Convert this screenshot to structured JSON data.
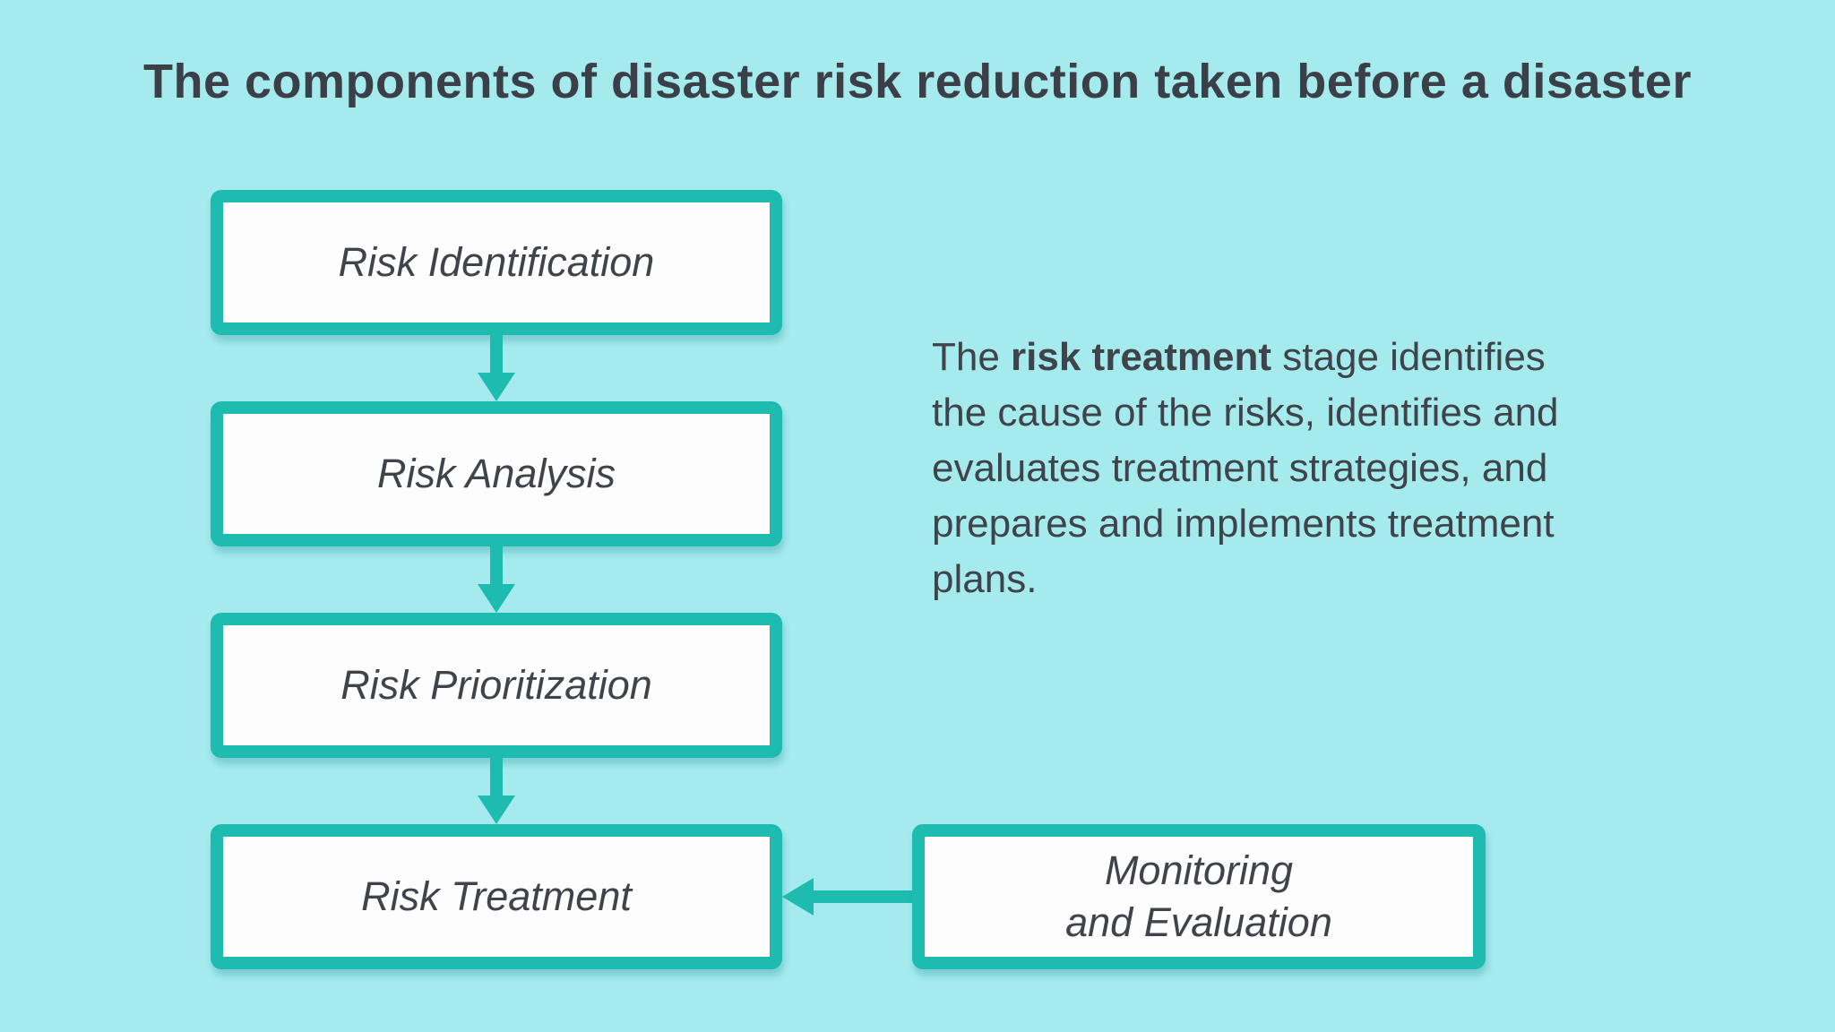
{
  "title": "The components of disaster risk reduction taken before a disaster",
  "flowchart": {
    "boxes": [
      {
        "label": "Risk Identification"
      },
      {
        "label": "Risk Analysis"
      },
      {
        "label": "Risk Prioritization"
      },
      {
        "label": "Risk Treatment"
      }
    ],
    "side_box": {
      "line1": "Monitoring",
      "line2": "and Evaluation"
    }
  },
  "annotation": {
    "lines": [
      {
        "pre": "The ",
        "bold": "risk treatment",
        "post": " stage identifies"
      },
      {
        "text": "the cause of the risks, identifies and"
      },
      {
        "text": "evaluates treatment strategies, and"
      },
      {
        "text": "prepares and implements treatment"
      },
      {
        "text": "plans."
      }
    ]
  },
  "colors": {
    "background": "#a5ebee",
    "accent": "#1ebbb0",
    "box_fill": "#fdfdfe",
    "text_dark": "#3b4048",
    "text_body": "#3f444a"
  }
}
